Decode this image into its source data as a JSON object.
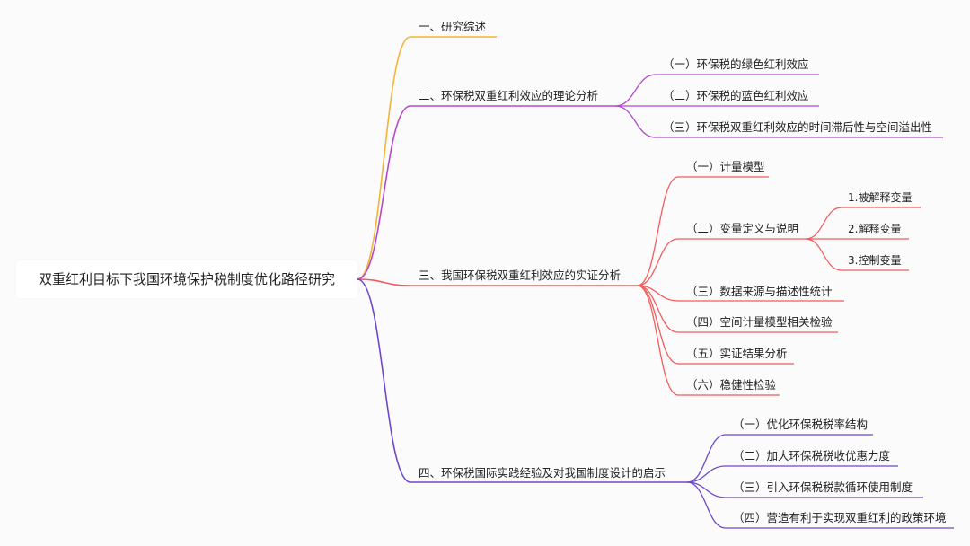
{
  "root": {
    "label": "双重红利目标下我国环境保护税制度优化路径研究"
  },
  "colors": {
    "section1": "#f4b535",
    "section2": "#b449cd",
    "section3": "#f25b5b",
    "section4": "#6e48c8"
  },
  "sections": [
    {
      "label": "一、研究综述",
      "children": []
    },
    {
      "label": "二、环保税双重红利效应的理论分析",
      "children": [
        {
          "label": "（一）环保税的绿色红利效应"
        },
        {
          "label": "（二）环保税的蓝色红利效应"
        },
        {
          "label": "（三）环保税双重红利效应的时间滞后性与空间溢出性"
        }
      ]
    },
    {
      "label": "三、我国环保税双重红利效应的实证分析",
      "children": [
        {
          "label": "（一）计量模型"
        },
        {
          "label": "（二）变量定义与说明",
          "children": [
            {
              "label": "1.被解释变量"
            },
            {
              "label": "2.解释变量"
            },
            {
              "label": "3.控制变量"
            }
          ]
        },
        {
          "label": "（三）数据来源与描述性统计"
        },
        {
          "label": "（四）空间计量模型相关检验"
        },
        {
          "label": "（五）实证结果分析"
        },
        {
          "label": "（六）稳健性检验"
        }
      ]
    },
    {
      "label": "四、环保税国际实践经验及对我国制度设计的启示",
      "children": [
        {
          "label": "（一）优化环保税税率结构"
        },
        {
          "label": "（二）加大环保税税收优惠力度"
        },
        {
          "label": "（三）引入环保税税款循环使用制度"
        },
        {
          "label": "（四）营造有利于实现双重红利的政策环境"
        }
      ]
    }
  ]
}
